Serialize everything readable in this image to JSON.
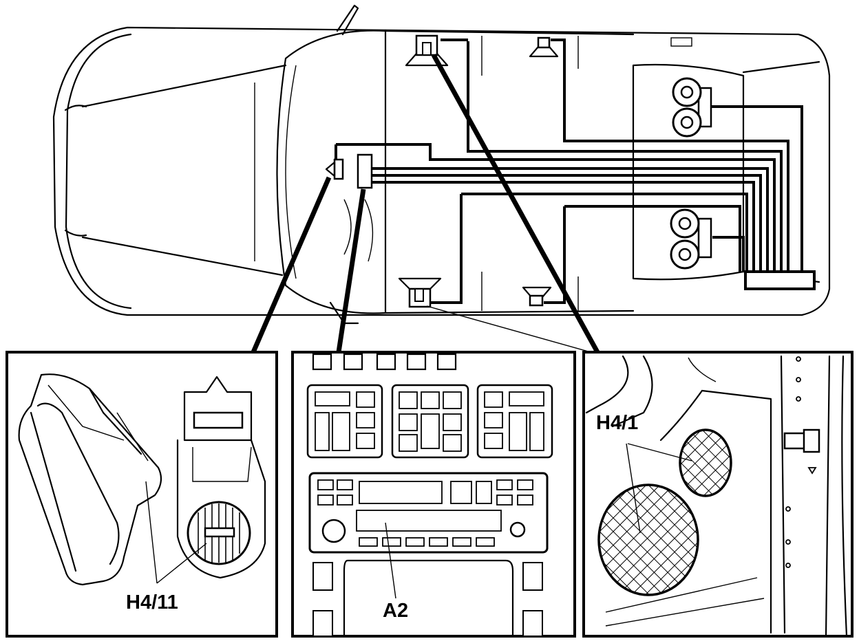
{
  "callouts": {
    "rear_speakers_label": "H4/11",
    "radio_label": "A2",
    "front_speakers_label": "H4/1"
  },
  "colors": {
    "line": "#000000",
    "background": "#ffffff"
  }
}
